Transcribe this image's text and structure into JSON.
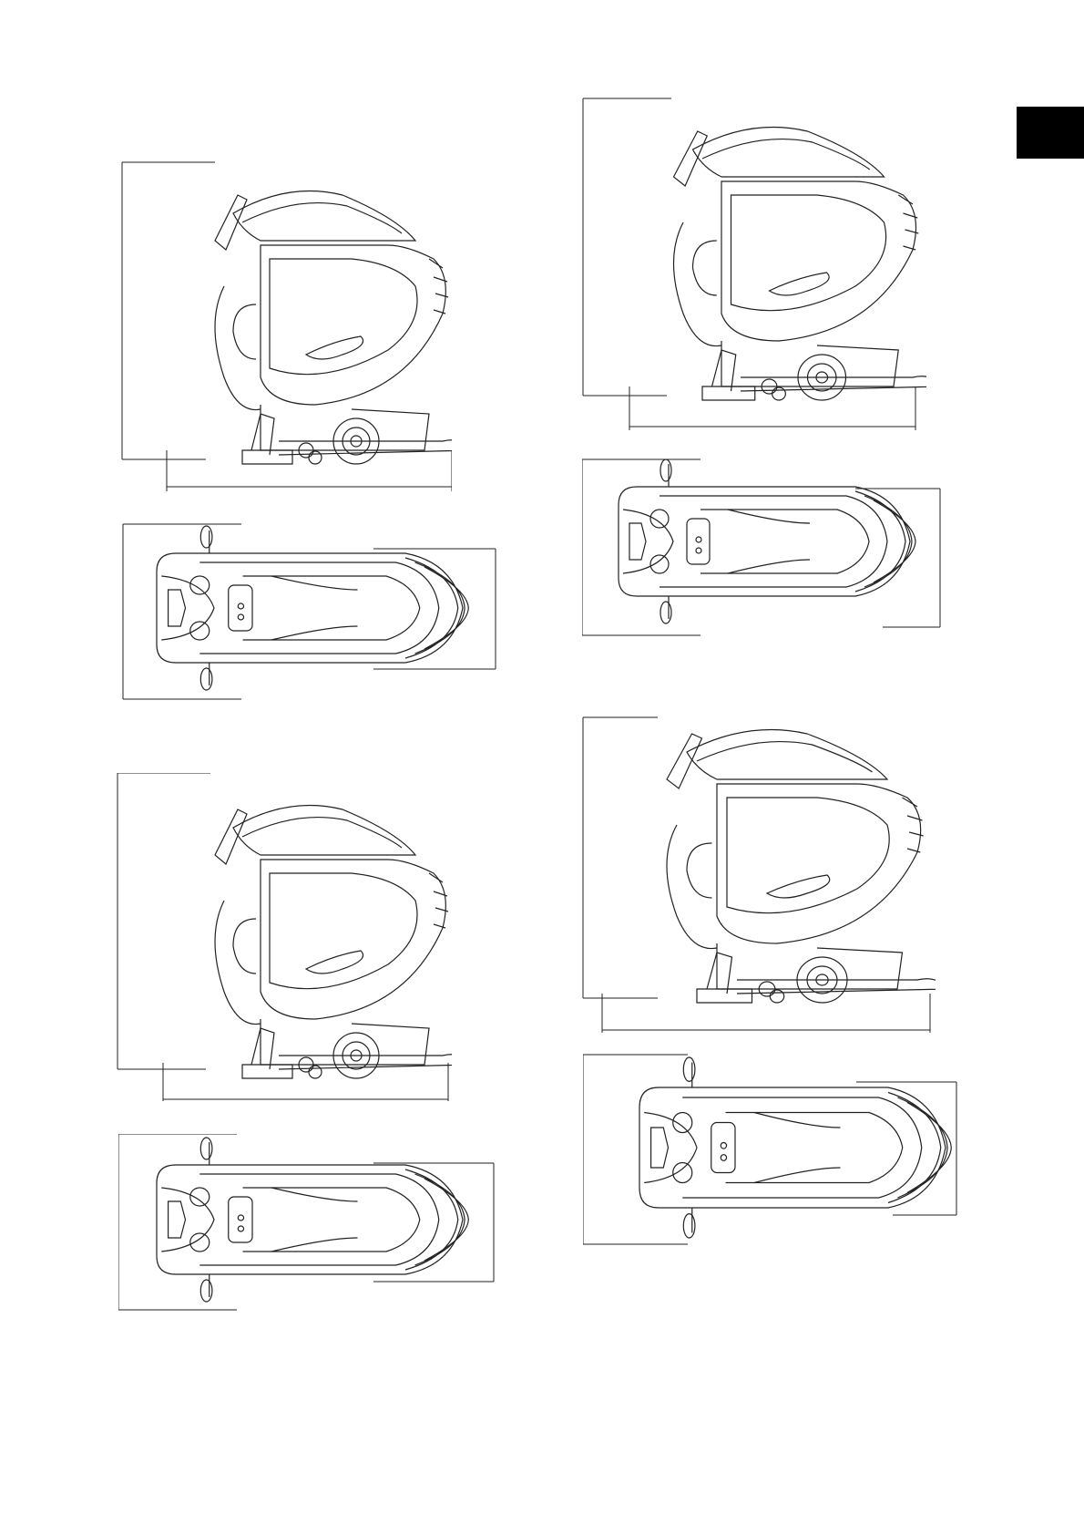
{
  "page": {
    "section_tab_color": "#000000",
    "line_color": "#222222"
  },
  "figures": [
    {
      "view": "side",
      "variant": "cylindrical-brush"
    },
    {
      "view": "top",
      "variant": "cylindrical-brush"
    },
    {
      "view": "side",
      "variant": "disc-brush"
    },
    {
      "view": "top",
      "variant": "disc-brush"
    },
    {
      "view": "side",
      "variant": "cylindrical-brush-large"
    },
    {
      "view": "top",
      "variant": "cylindrical-brush-large"
    },
    {
      "view": "side",
      "variant": "disc-brush-large"
    },
    {
      "view": "top",
      "variant": "disc-brush-large"
    }
  ]
}
